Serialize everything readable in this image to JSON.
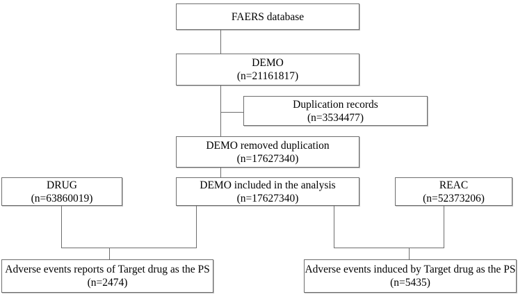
{
  "boxes": {
    "faers": {
      "line1": "FAERS database"
    },
    "demo": {
      "line1": "DEMO",
      "line2": "(n=21161817)"
    },
    "duplication_records": {
      "line1": "Duplication records",
      "line2": "(n=3534477)"
    },
    "demo_removed_duplication": {
      "line1": "DEMO removed duplication",
      "line2": "(n=17627340)"
    },
    "demo_included": {
      "line1": "DEMO included in the analysis",
      "line2": "(n=17627340)"
    },
    "drug": {
      "line1": "DRUG",
      "line2": "(n=63860019)"
    },
    "reac": {
      "line1": "REAC",
      "line2": "(n=52373206)"
    },
    "adverse_reports_ps": {
      "line1": "Adverse events reports of Target drug as the PS",
      "line2": "(n=2474)"
    },
    "adverse_induced_ps": {
      "line1": "Adverse events induced by Target drug as the PS",
      "line2": "(n=5435)"
    }
  },
  "colors": {
    "box_border": "#6d6d6d",
    "connector_line": "#6d6d6d",
    "text": "#000000",
    "background": "#ffffff"
  }
}
